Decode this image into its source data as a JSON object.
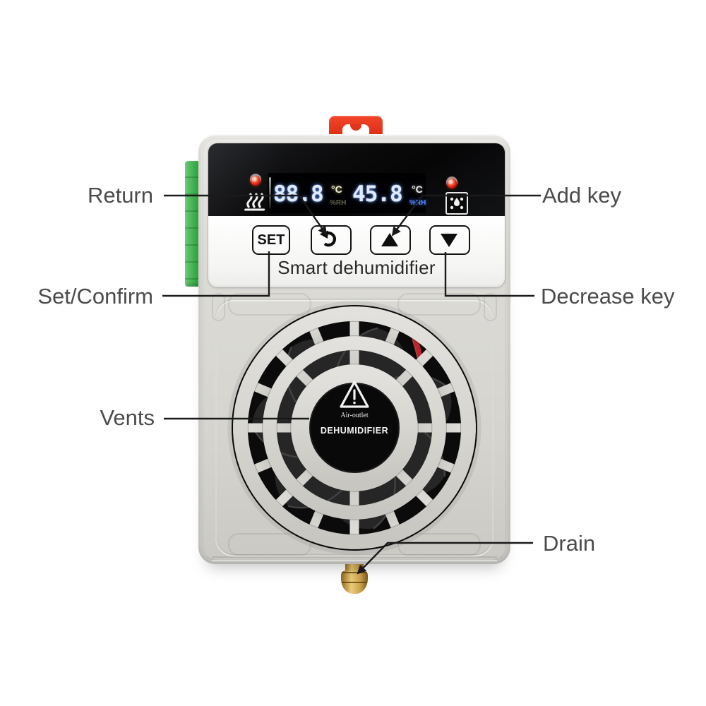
{
  "annotations": {
    "return": {
      "label": "Return"
    },
    "add_key": {
      "label": "Add key"
    },
    "set_confirm": {
      "label": "Set/Confirm"
    },
    "decrease_key": {
      "label": "Decrease key"
    },
    "vents": {
      "label": "Vents"
    },
    "drain": {
      "label": "Drain"
    }
  },
  "device": {
    "brand_text": "Smart dehumidifier",
    "display": {
      "left_value": "88.8",
      "left_unit_top": "°C",
      "left_unit_bottom": "%RH",
      "right_value": "45.8",
      "right_unit_top": "°C",
      "right_unit_bottom": "%RH"
    },
    "buttons": [
      {
        "id": "set",
        "label": "SET"
      },
      {
        "id": "return",
        "icon": "return-arrow-icon"
      },
      {
        "id": "increase",
        "icon": "up-triangle-icon"
      },
      {
        "id": "decrease",
        "icon": "down-triangle-icon"
      }
    ],
    "fan_center": {
      "warning_icon": "warning-triangle-icon",
      "line1": "Air-outlet",
      "line2": "DEHUMIDIFIER"
    },
    "colors": {
      "body_gray": "#d8d7d2",
      "bracket_red": "#e6381d",
      "terminal_green": "#3aa449",
      "drain_brass": "#caa24f",
      "led_red": "#e8341c",
      "lcd_glow_blue": "#5b93ff"
    }
  }
}
